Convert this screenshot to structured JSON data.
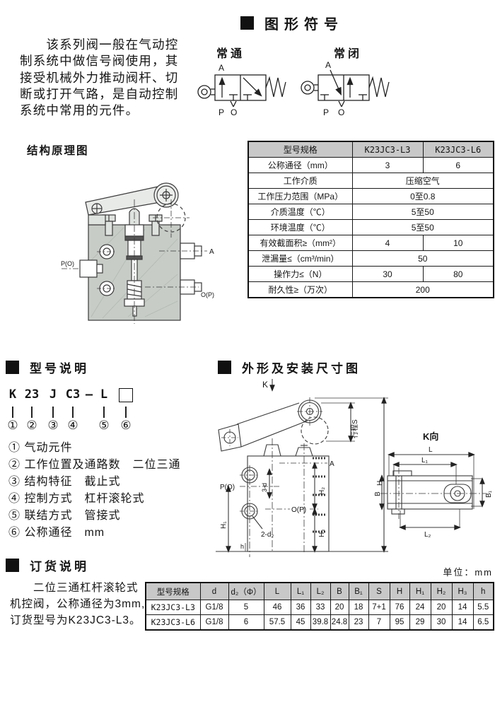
{
  "title": {
    "text": "图形符号"
  },
  "intro": {
    "text": "　　该系列阀一般在气动控\n制系统中做信号阀使用，其\n接受机械外力推动阀杆、切\n断或打开气路，是自动控制\n系统中常用的元件。"
  },
  "symbols": {
    "normally_open": {
      "label": "常通",
      "port_a": "A",
      "port_p": "P",
      "port_o": "O"
    },
    "normally_closed": {
      "label": "常闭",
      "port_a": "A",
      "port_p": "P",
      "port_o": "O"
    }
  },
  "structure": {
    "heading": "结构原理图",
    "port_a": "A",
    "port_po": "P(O)",
    "port_op": "O(P)"
  },
  "spec_table": {
    "headers": [
      "型号规格",
      "K23JC3-L3",
      "K23JC3-L6"
    ],
    "rows": [
      {
        "label": "公称通径（mm）",
        "v1": "3",
        "v2": "6"
      },
      {
        "label": "工作介质",
        "v": "压缩空气"
      },
      {
        "label": "工作压力范围（MPa）",
        "v": "0至0.8"
      },
      {
        "label": "介质温度（℃）",
        "v": "5至50"
      },
      {
        "label": "环境温度（℃）",
        "v": "5至50"
      },
      {
        "label": "有效截面积≥（mm²）",
        "v1": "4",
        "v2": "10"
      },
      {
        "label": "泄漏量≤（cm³/min）",
        "v": "50"
      },
      {
        "label": "操作力≤（N）",
        "v1": "30",
        "v2": "80"
      },
      {
        "label": "耐久性≥（万次）",
        "v": "200"
      }
    ]
  },
  "model": {
    "heading": "型号说明",
    "code_parts": [
      "K",
      "23",
      "J",
      "C3",
      "—",
      "L"
    ],
    "circled": [
      "①",
      "②",
      "③",
      "④",
      "⑤",
      "⑥"
    ],
    "items": [
      "① 气动元件",
      "② 工作位置及通路数　二位三通",
      "③ 结构特征　截止式",
      "④ 控制方式　杠杆滚轮式",
      "⑤ 联结方式　管接式",
      "⑥ 公称通径　mm"
    ]
  },
  "outline": {
    "heading": "外形及安装尺寸图",
    "view_label": "K",
    "stroke_label": "行程S",
    "dim_h": "H",
    "dim_h1": "H₁",
    "dim_h2": "H₂",
    "dim_h3": "H₃",
    "port_a": "A",
    "port_po": "P(O)",
    "port_op": "O(P)",
    "holes_label": "3-d",
    "holes2_label": "2-d₂",
    "dim_small_h": "h",
    "kview": {
      "label": "K向",
      "dim_l": "L",
      "dim_l1": "L₁",
      "dim_l2": "L₂",
      "dim_b": "B",
      "dim_b1": "B₁"
    }
  },
  "ordering": {
    "heading": "订货说明",
    "text": "　　二位三通杠杆滚轮式\n机控阀，公称通径为3mm,\n订货型号为K23JC3-L3。",
    "unit_note": "单位：mm"
  },
  "dim_table": {
    "headers": [
      "型号规格",
      "d",
      "d₂（Φ）",
      "L",
      "L₁",
      "L₂",
      "B",
      "B₁",
      "S",
      "H",
      "H₁",
      "H₂",
      "H₃",
      "h"
    ],
    "rows": [
      {
        "cells": [
          "K23JC3-L3",
          "G1/8",
          "5",
          "46",
          "36",
          "33",
          "20",
          "18",
          "7+1",
          "76",
          "24",
          "20",
          "14",
          "5.5"
        ]
      },
      {
        "cells": [
          "K23JC3-L6",
          "G1/8",
          "6",
          "57.5",
          "45",
          "39.8",
          "24.8",
          "23",
          "7",
          "95",
          "29",
          "30",
          "14",
          "6.5"
        ]
      }
    ]
  }
}
